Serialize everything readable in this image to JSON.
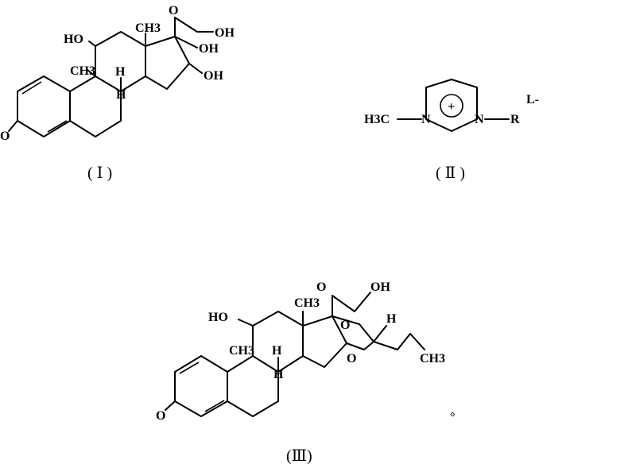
{
  "structures": [
    {
      "caption": "( Ⅰ )",
      "labels": [
        "HO",
        "O",
        "OH",
        "CH3",
        "OH",
        "OH",
        "CH3",
        "H",
        "H",
        "O"
      ]
    },
    {
      "caption": "( Ⅱ )",
      "labels": [
        "H3C",
        "N",
        "N",
        "R",
        "L-",
        "+"
      ]
    },
    {
      "caption": "(Ⅲ)",
      "labels": [
        "O",
        "OH",
        "HO",
        "CH3",
        "O",
        "H",
        "CH3",
        "H",
        "O",
        "CH3",
        "H",
        "O"
      ]
    }
  ],
  "marks": [
    "°"
  ]
}
